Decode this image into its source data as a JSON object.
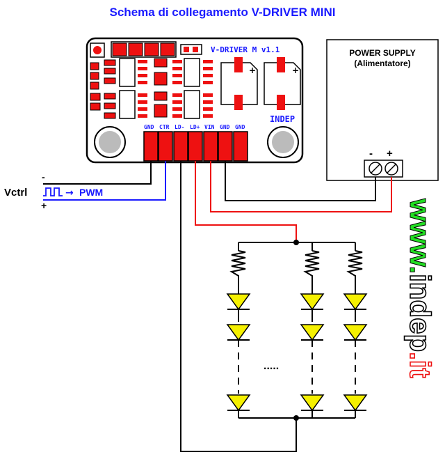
{
  "title": "Schema di collegamento V-DRIVER MINI",
  "board": {
    "name": "V-DRIVER M v1.1",
    "brand": "INDEP",
    "pins": [
      "GND",
      "CTR",
      "LD-",
      "LD+",
      "VIN",
      "GND",
      "GND"
    ]
  },
  "power_supply": {
    "title": "POWER SUPPLY",
    "subtitle": "(Alimentatore)",
    "minus": "-",
    "plus": "+"
  },
  "control": {
    "label": "Vctrl",
    "signal": "PWM",
    "arrow": "→",
    "minus": "-",
    "plus": "+"
  },
  "led_array": {
    "ellipsis": "....."
  },
  "watermark": {
    "www": "www.",
    "indep": "indep",
    "it": ".it"
  },
  "colors": {
    "title": "#1a1aff",
    "board_red": "#ee1111",
    "wire_red": "#ee1111",
    "wire_blue": "#1a1aff",
    "led_yellow": "#f5f000",
    "watermark_green": "#22dd22",
    "watermark_black": "#000000",
    "watermark_red": "#ee1111"
  }
}
